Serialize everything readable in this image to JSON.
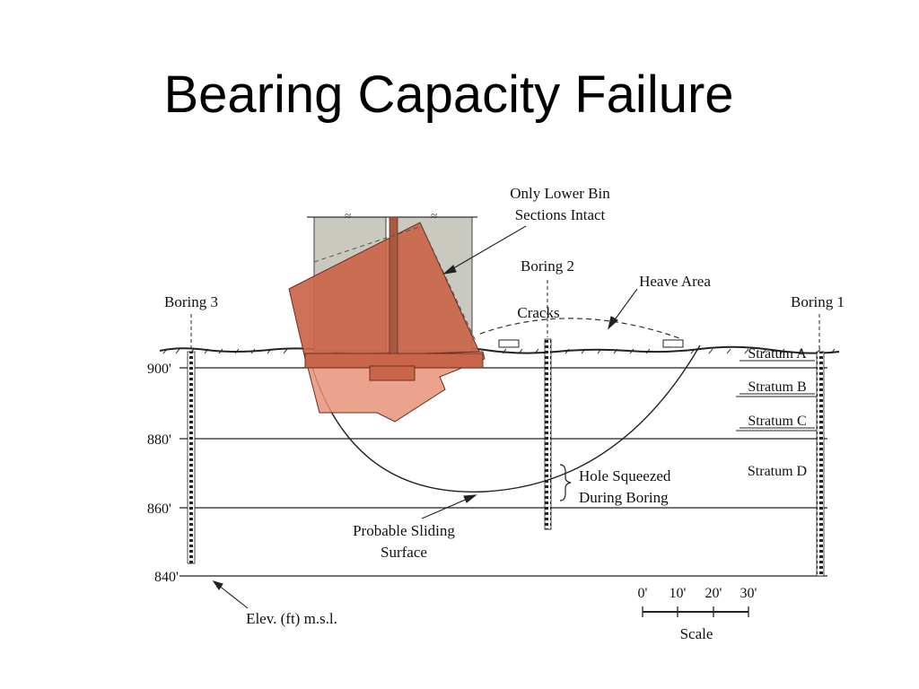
{
  "title": "Bearing Capacity Failure",
  "diagram": {
    "labels": {
      "only_lower_bin_line1": "Only Lower Bin",
      "only_lower_bin_line2": "Sections Intact",
      "boring_2": "Boring 2",
      "boring_3": "Boring 3",
      "boring_1": "Boring 1",
      "heave_area": "Heave Area",
      "cracks": "Cracks",
      "hole_squeezed_line1": "Hole Squeezed",
      "hole_squeezed_line2": "During Boring",
      "sliding_line1": "Probable Sliding",
      "sliding_line2": "Surface",
      "elev_label": "Elev. (ft) m.s.l."
    },
    "strata": [
      "Stratum A",
      "Stratum B",
      "Stratum C",
      "Stratum D"
    ],
    "elevations": [
      "900'",
      "880'",
      "860'",
      "840'"
    ],
    "scale": {
      "ticks": [
        "0'",
        "10'",
        "20'",
        "30'"
      ],
      "label": "Scale"
    },
    "colors": {
      "overlay_fill": "#c9664a",
      "overlay_light": "#e8937a",
      "bin_gray": "#c9c9bf",
      "line": "#222222"
    }
  }
}
